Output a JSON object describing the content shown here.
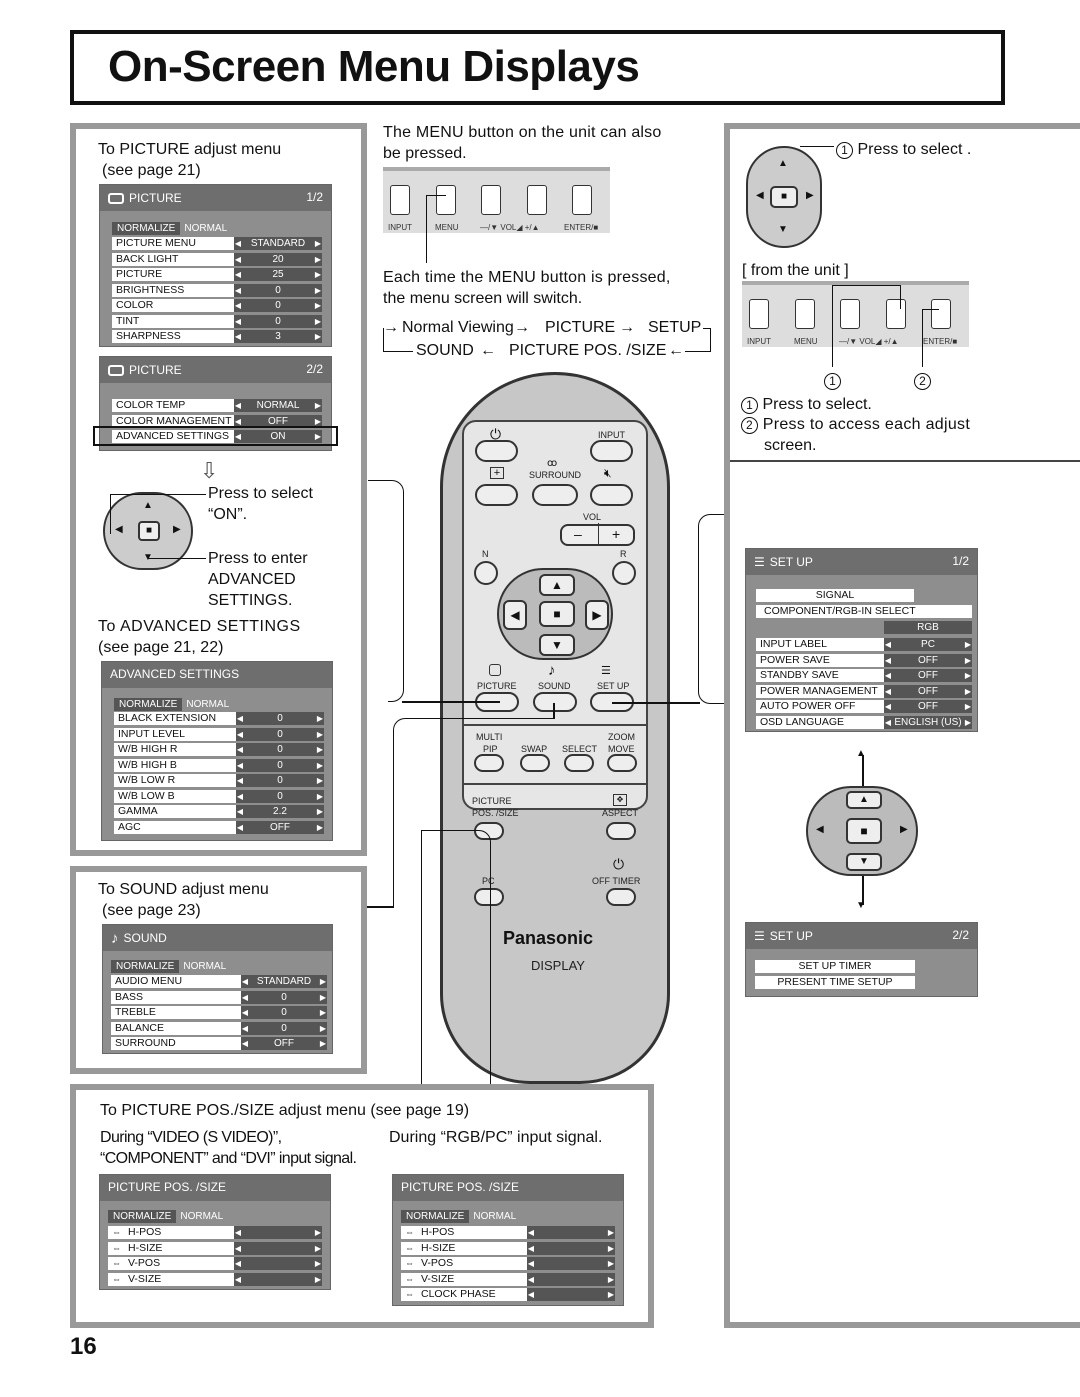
{
  "title": "On-Screen Menu Displays",
  "page_number": "16",
  "left": {
    "picture_caption_1": "To PICTURE adjust menu",
    "picture_caption_2": "(see page 21)",
    "picture1": {
      "title": "PICTURE",
      "page": "1/2",
      "normalize": "NORMALIZE",
      "normal": "NORMAL",
      "rows": [
        {
          "label": "PICTURE MENU",
          "value": "STANDARD"
        },
        {
          "label": "BACK LIGHT",
          "value": "20"
        },
        {
          "label": "PICTURE",
          "value": "25"
        },
        {
          "label": "BRIGHTNESS",
          "value": "0"
        },
        {
          "label": "COLOR",
          "value": "0"
        },
        {
          "label": "TINT",
          "value": "0"
        },
        {
          "label": "SHARPNESS",
          "value": "3"
        }
      ]
    },
    "picture2": {
      "title": "PICTURE",
      "page": "2/2",
      "rows": [
        {
          "label": "COLOR TEMP",
          "value": "NORMAL"
        },
        {
          "label": "COLOR MANAGEMENT",
          "value": "OFF"
        },
        {
          "label": "ADVANCED SETTINGS",
          "value": "ON"
        }
      ]
    },
    "press_select_1": "Press to select",
    "press_select_2": "“ON”.",
    "press_enter_1": "Press to enter",
    "press_enter_2": "ADVANCED",
    "press_enter_3": "SETTINGS.",
    "adv_caption_1": "To ADVANCED SETTINGS",
    "adv_caption_2": "(see page 21, 22)",
    "advanced": {
      "title": "ADVANCED SETTINGS",
      "normalize": "NORMALIZE",
      "normal": "NORMAL",
      "rows": [
        {
          "label": "BLACK EXTENSION",
          "value": "0"
        },
        {
          "label": "INPUT LEVEL",
          "value": "0"
        },
        {
          "label": "W/B HIGH R",
          "value": "0"
        },
        {
          "label": "W/B HIGH B",
          "value": "0"
        },
        {
          "label": "W/B LOW R",
          "value": "0"
        },
        {
          "label": "W/B LOW B",
          "value": "0"
        },
        {
          "label": "GAMMA",
          "value": "2.2"
        },
        {
          "label": "AGC",
          "value": "OFF"
        }
      ]
    },
    "sound_caption_1": "To SOUND adjust menu",
    "sound_caption_2": "(see page 23)",
    "sound": {
      "title": "SOUND",
      "normalize": "NORMALIZE",
      "normal": "NORMAL",
      "rows": [
        {
          "label": "AUDIO MENU",
          "value": "STANDARD"
        },
        {
          "label": "BASS",
          "value": "0"
        },
        {
          "label": "TREBLE",
          "value": "0"
        },
        {
          "label": "BALANCE",
          "value": "0"
        },
        {
          "label": "SURROUND",
          "value": "OFF"
        }
      ]
    }
  },
  "middle": {
    "menu_text_1": "The MENU button on the unit can also",
    "menu_text_2": "be pressed.",
    "unit_labels": [
      "INPUT",
      "MENU",
      "—/▼ VOL◢ +/▲",
      "ENTER/■"
    ],
    "each_time_1": "Each time the MENU button is pressed,",
    "each_time_2": "the menu screen will switch.",
    "flow": {
      "normal": "Normal Viewing",
      "picture": "PICTURE",
      "setup": "SETUP",
      "sound": "SOUND",
      "pos": "PICTURE POS. /SIZE"
    },
    "remote": {
      "input": "INPUT",
      "surround": "SURROUND",
      "vol": "VOL",
      "n": "N",
      "r": "R",
      "picture": "PICTURE",
      "sound": "SOUND",
      "setup": "SET UP",
      "multi": "MULTI",
      "pip": "PIP",
      "swap": "SWAP",
      "select": "SELECT",
      "zoom": "ZOOM",
      "move": "MOVE",
      "picpos1": "PICTURE",
      "picpos2": "POS. /SIZE",
      "aspect": "ASPECT",
      "pc": "PC",
      "offtimer": "OFF TIMER",
      "brand": "Panasonic",
      "display": "DISPLAY"
    }
  },
  "right": {
    "press_select": "Press to select .",
    "from_unit": "[ from the unit ]",
    "num1": "1",
    "num2": "2",
    "step1": "Press to select.",
    "step2a": "Press to access each adjust",
    "step2b": "screen.",
    "setup1": {
      "title": "SET UP",
      "page": "1/2",
      "signal": "SIGNAL",
      "comp": "COMPONENT/RGB-IN SELECT",
      "comp_val": "RGB",
      "rows": [
        {
          "label": "INPUT LABEL",
          "value": "PC"
        },
        {
          "label": "POWER SAVE",
          "value": "OFF"
        },
        {
          "label": "STANDBY SAVE",
          "value": "OFF"
        },
        {
          "label": "POWER MANAGEMENT",
          "value": "OFF"
        },
        {
          "label": "AUTO POWER OFF",
          "value": "OFF"
        },
        {
          "label": "OSD LANGUAGE",
          "value": "ENGLISH (US)"
        }
      ]
    },
    "setup2": {
      "title": "SET UP",
      "page": "2/2",
      "items": [
        "SET UP TIMER",
        "PRESENT TIME SETUP"
      ]
    }
  },
  "bottom": {
    "caption": "To PICTURE POS./SIZE adjust menu (see page 19)",
    "video_1": "During “VIDEO (S VIDEO)”,",
    "video_2": "“COMPONENT” and “DVI” input signal.",
    "rgb": "During “RGB/PC” input signal.",
    "pos1": {
      "title": "PICTURE POS. /SIZE",
      "normalize": "NORMALIZE",
      "normal": "NORMAL",
      "rows": [
        "H-POS",
        "H-SIZE",
        "V-POS",
        "V-SIZE"
      ]
    },
    "pos2": {
      "title": "PICTURE POS. /SIZE",
      "normalize": "NORMALIZE",
      "normal": "NORMAL",
      "rows": [
        "H-POS",
        "H-SIZE",
        "V-POS",
        "V-SIZE",
        "CLOCK PHASE"
      ]
    }
  }
}
